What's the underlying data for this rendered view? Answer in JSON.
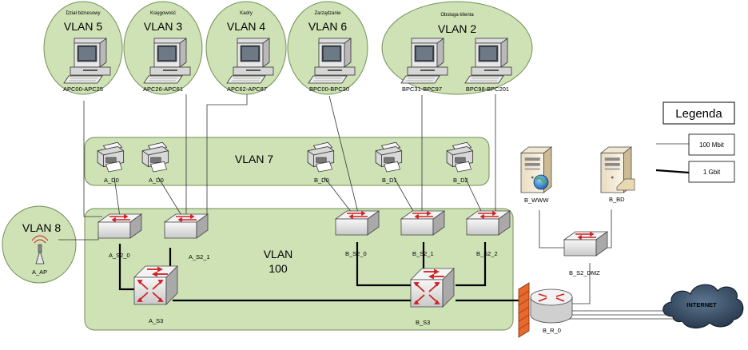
{
  "colors": {
    "vlan_fill": "#cfe2b5",
    "vlan_stroke": "#6f8f57",
    "thin_link": "#333333",
    "thick_link": "#000000"
  },
  "vlans": {
    "vlan5": {
      "name": "VLAN 5",
      "dept": "Dział biznesowy"
    },
    "vlan3": {
      "name": "VLAN 3",
      "dept": "Księgowość"
    },
    "vlan4": {
      "name": "VLAN 4",
      "dept": "Kadry"
    },
    "vlan6": {
      "name": "VLAN 6",
      "dept": "Zarządzanie"
    },
    "vlan2": {
      "name": "VLAN 2",
      "dept": "Obsługa klienta"
    },
    "vlan7": {
      "name": "VLAN 7"
    },
    "vlan8": {
      "name": "VLAN 8"
    },
    "vlan100": {
      "name": "VLAN",
      "number": "100"
    }
  },
  "pcs": [
    {
      "id": "apc1",
      "label": "APC00-APC25",
      "icon": "desktop-computer-icon"
    },
    {
      "id": "apc2",
      "label": "APC26-APC61",
      "icon": "desktop-computer-icon"
    },
    {
      "id": "apc3",
      "label": "APC62-APC87",
      "icon": "desktop-computer-icon"
    },
    {
      "id": "bpc1",
      "label": "BPC00-BPC30",
      "icon": "desktop-computer-icon"
    },
    {
      "id": "bpc2",
      "label": "BPC31-BPC97",
      "icon": "desktop-computer-icon"
    },
    {
      "id": "bpc3",
      "label": "BPC98-BPC201",
      "icon": "desktop-computer-icon"
    }
  ],
  "printers": [
    {
      "id": "p1",
      "label": "A_D0",
      "icon": "printer-icon"
    },
    {
      "id": "p2",
      "label": "A_D0",
      "icon": "printer-icon"
    },
    {
      "id": "p3",
      "label": "B_D0",
      "icon": "printer-icon"
    },
    {
      "id": "p4",
      "label": "B_D1",
      "icon": "printer-icon"
    },
    {
      "id": "p5",
      "label": "B_D2",
      "icon": "printer-icon"
    }
  ],
  "switches": [
    {
      "id": "as20",
      "label": "A_S2_0",
      "icon": "switch-icon"
    },
    {
      "id": "as21",
      "label": "A_S2_1",
      "icon": "switch-icon"
    },
    {
      "id": "bs20",
      "label": "B_S2_0",
      "icon": "switch-icon"
    },
    {
      "id": "bs21",
      "label": "B_S2_1",
      "icon": "switch-icon"
    },
    {
      "id": "bs22",
      "label": "B_S2_2",
      "icon": "switch-icon"
    },
    {
      "id": "bs2dmz",
      "label": "B_S2_DMZ",
      "icon": "switch-icon"
    }
  ],
  "core_switches": [
    {
      "id": "as3",
      "label": "A_S3",
      "icon": "layer3-switch-icon"
    },
    {
      "id": "bs3",
      "label": "B_S3",
      "icon": "layer3-switch-icon"
    }
  ],
  "servers": [
    {
      "id": "bwww",
      "label": "B_WWW",
      "icon": "web-server-icon"
    },
    {
      "id": "bbd",
      "label": "B_BD",
      "icon": "database-server-icon"
    }
  ],
  "access_point": {
    "label": "A_AP",
    "icon": "wireless-access-point-icon"
  },
  "router": {
    "label": "B_R_0",
    "icon": "router-firewall-icon"
  },
  "internet": {
    "label": "INTERNET",
    "icon": "cloud-icon"
  },
  "legend": {
    "title": "Legenda",
    "items": [
      {
        "label": "100 Mbit",
        "line": "thin"
      },
      {
        "label": "1 Gbit",
        "line": "thick"
      }
    ]
  }
}
